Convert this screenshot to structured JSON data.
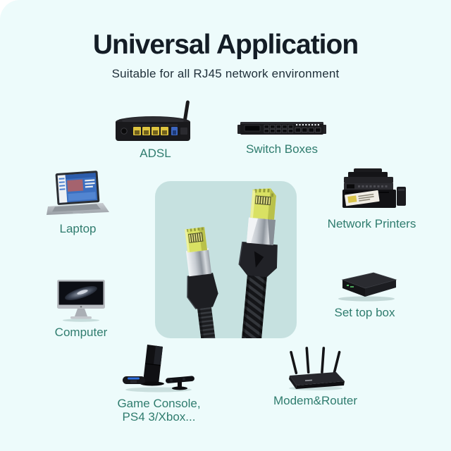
{
  "header": {
    "title": "Universal Application",
    "subtitle": "Suitable for all RJ45 network environment"
  },
  "devices": {
    "adsl": {
      "label": "ADSL",
      "icon": "adsl-modem"
    },
    "switch": {
      "label": "Switch Boxes",
      "icon": "rack-switch"
    },
    "laptop": {
      "label": "Laptop",
      "icon": "laptop"
    },
    "printer": {
      "label": "Network Printers",
      "icon": "inkjet-printer"
    },
    "settop": {
      "label": "Set top box",
      "icon": "set-top-box"
    },
    "computer": {
      "label": "Computer",
      "icon": "desktop-monitor"
    },
    "console": {
      "label_line1": "Game Console,",
      "label_line2": "PS4 3/Xbox...",
      "icon": "game-console"
    },
    "modem": {
      "label": "Modem&Router",
      "icon": "wifi-router"
    }
  },
  "center": {
    "image": "rj45-braided-cable-connectors"
  },
  "colors": {
    "background": "#edfbfb",
    "panel": "#c6e1e0",
    "title_text": "#141d26",
    "label_text": "#2f7c6e",
    "connector_tip": "#d9e163",
    "port_yellow": "#dec43e",
    "port_blue": "#3c66c0"
  }
}
